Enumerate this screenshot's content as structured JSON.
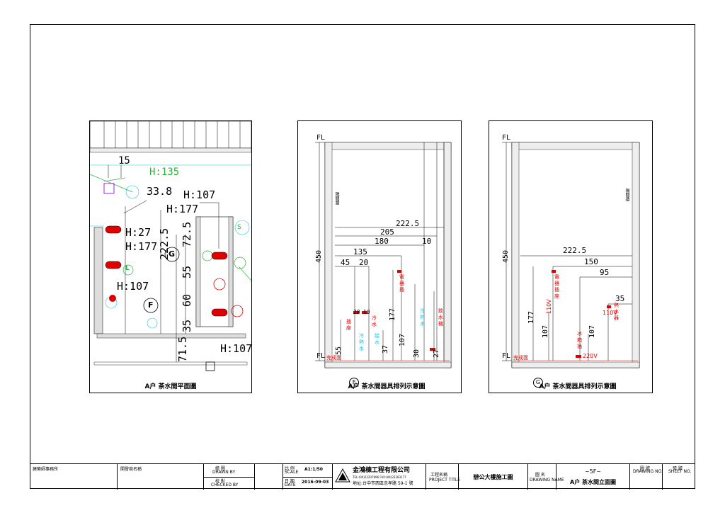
{
  "plan": {
    "title": "A户 茶水間平面圖",
    "labels": {
      "h135": "H:135",
      "v15": "15",
      "h107a": "H:107",
      "v338": "33.8",
      "h177a": "H:177",
      "h27": "H:27",
      "h177b": "H:177",
      "v225": "222.5",
      "v555": "55",
      "v725": "72.5",
      "h107b": "H:107",
      "v60": "60",
      "v35": "35",
      "v715": "71.5",
      "h107c": "H:107",
      "marker_g": "G",
      "marker_f": "F",
      "marker_l": "L",
      "marker_s": "S"
    }
  },
  "elevF": {
    "title": "A户 茶水間器具排列示意圖",
    "marker": "F",
    "fl_top": "FL",
    "fl_bottom": "FL",
    "height": "450",
    "dims": [
      "222.5",
      "205",
      "180",
      "10",
      "135",
      "45",
      "20"
    ],
    "vert_dims": [
      "177",
      "107",
      "55",
      "37",
      "30",
      "27"
    ],
    "wall_note": "完成面",
    "side_note": "隔間牆",
    "small_20": "20",
    "small_10": "10"
  },
  "elevG": {
    "title": "A户 茶水間器具排列示意圖",
    "marker": "G",
    "fl_top": "FL",
    "fl_bottom": "FL",
    "height": "450",
    "dims": [
      "222.5",
      "150",
      "95",
      "35"
    ],
    "vert_dims": [
      "177",
      "107",
      "107"
    ],
    "wall_note": "完成面",
    "side_note": "隔間牆",
    "v110a": "110V",
    "v110b": "110V",
    "v220": "220V"
  },
  "titleblock": {
    "c1": "建築師事務所",
    "c2": "開發商名稱",
    "drawn_by": "繪 圖",
    "drawn_by_en": "DRAWN BY",
    "checked_by": "校 對",
    "checked_by_en": "CHECKED BY",
    "scale": "比 例",
    "scale_en": "SCALE",
    "scale_val": "A1:1/50",
    "date": "日 期",
    "date_en": "DATE",
    "date_val": "2016-09-03",
    "company": "金鴻棟工程有限公司",
    "company_tel": "TEL:(04)23207896    FAX:(04)23283177",
    "company_addr": "地址:台中市西區忠孝路 59-1 號",
    "project_label": "工程名稱",
    "project_label_en": "PROJECT TITLE",
    "project_name": "辦公大樓施工圖",
    "drawing_label": "圖 名",
    "drawing_label_en": "DRAWING NAME",
    "drawing_name_1": "~5F~",
    "drawing_name_2": "A户 茶水間立面圖",
    "drawing_no": "圖 號",
    "drawing_no_en": "DRAWING NO.",
    "sheet": "張 號",
    "sheet_en": "SHEET NO."
  }
}
